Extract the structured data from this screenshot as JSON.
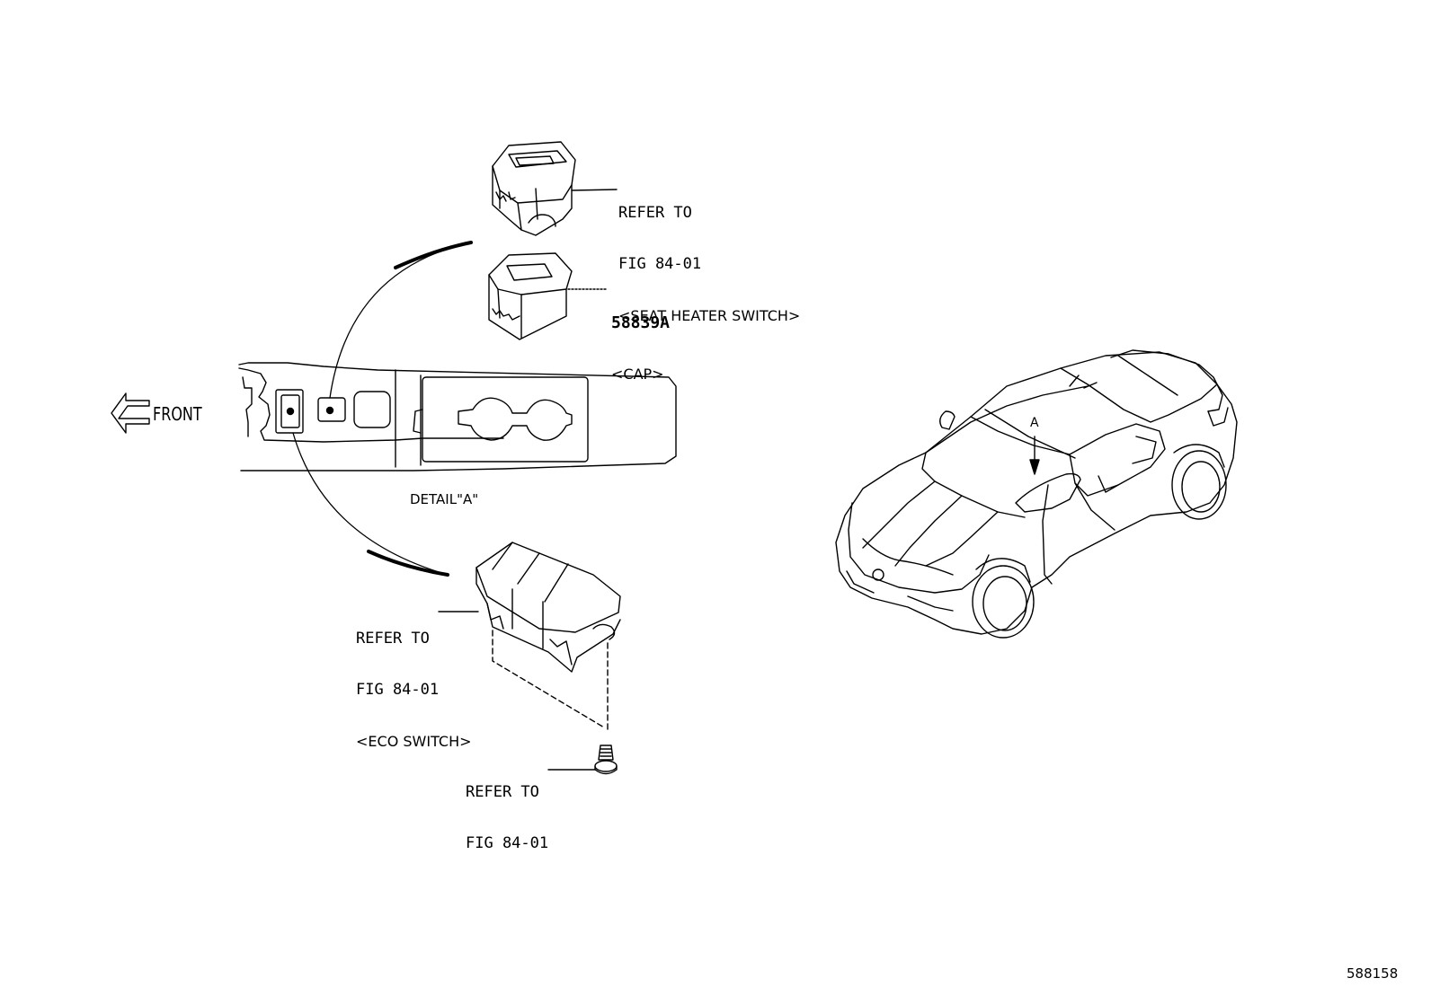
{
  "labels": {
    "seat_heater": {
      "ref_line1": "REFER TO",
      "ref_line2": "FIG 84-01",
      "name": "<SEAT HEATER SWITCH>"
    },
    "cap": {
      "part_no": "58839A",
      "name": "<CAP>"
    },
    "eco": {
      "ref_line1": "REFER TO",
      "ref_line2": "FIG 84-01",
      "name": "<ECO SWITCH>"
    },
    "screw": {
      "ref_line1": "REFER TO",
      "ref_line2": "FIG 84-01"
    },
    "front": "FRONT",
    "detail": "DETAIL\"A\"",
    "view_marker": "A",
    "figure_id": "588158"
  }
}
